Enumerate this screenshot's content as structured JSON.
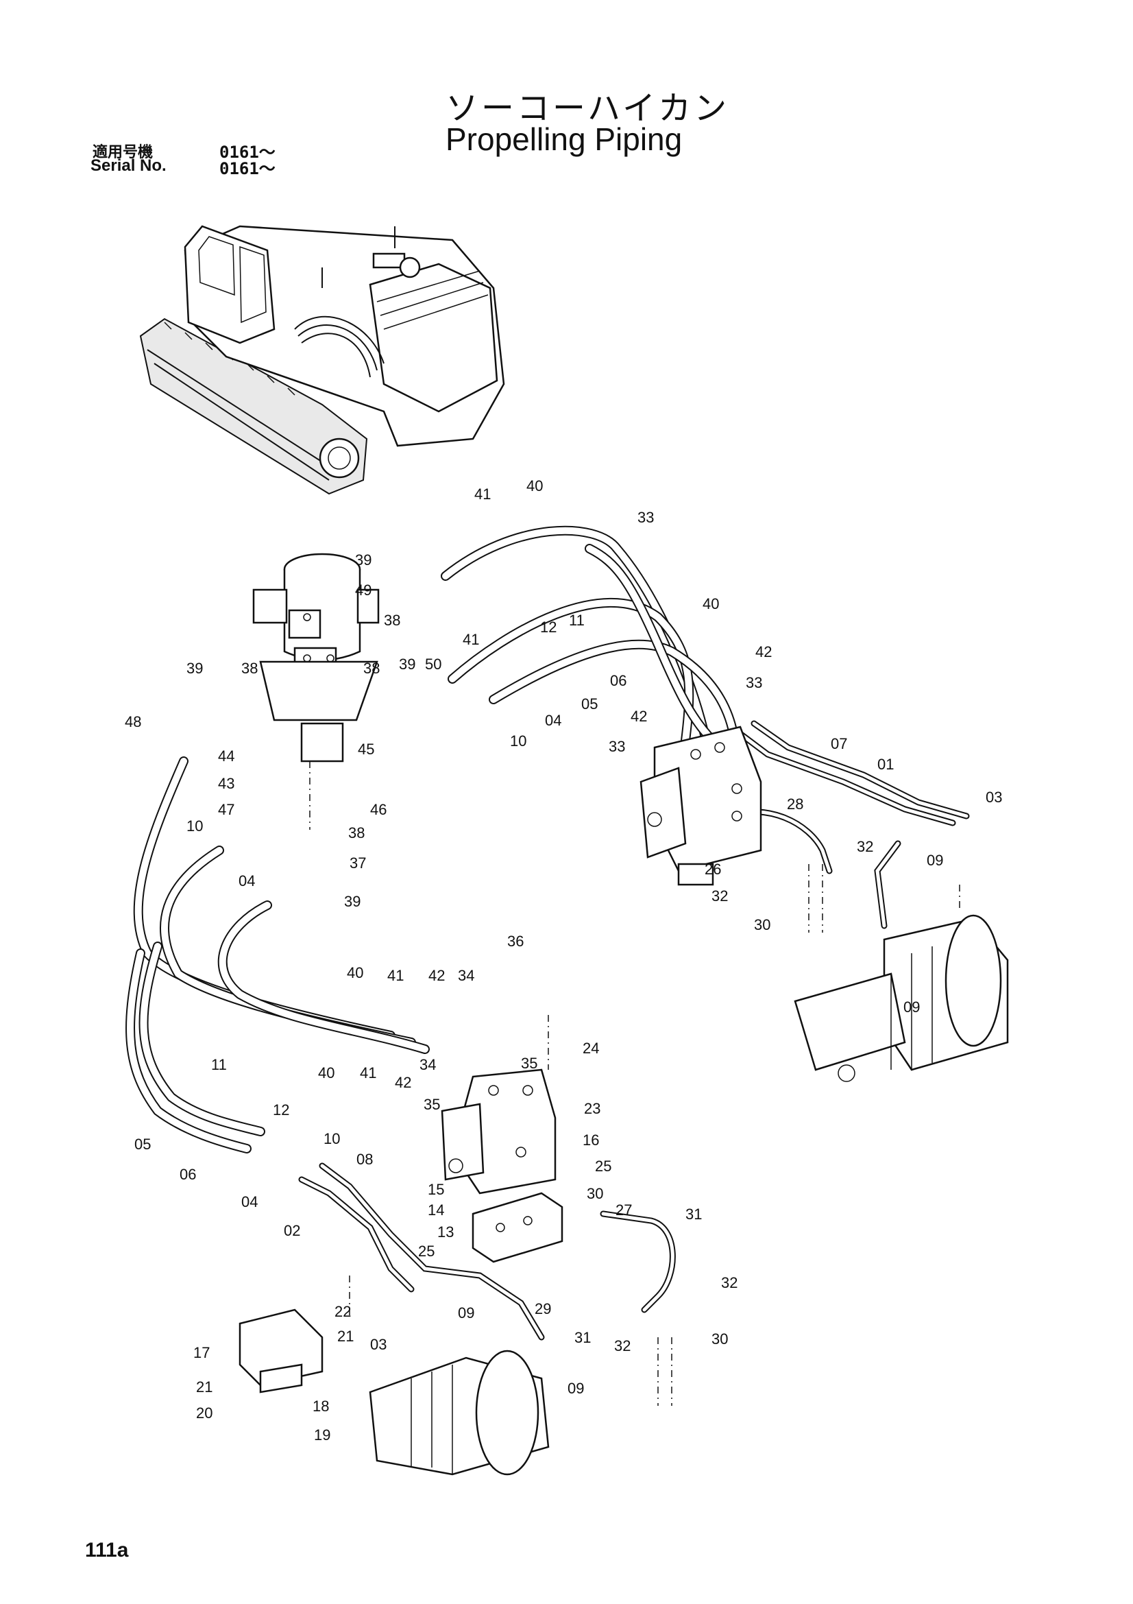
{
  "header": {
    "title_jp": "ソーコーハイカン",
    "title_en": "Propelling Piping",
    "serial_jp_label": "適用号機",
    "serial_jp_value": "0161～",
    "serial_en_label": "Serial  No.",
    "serial_en_value": "0161～"
  },
  "footer": {
    "page_number": "111a"
  },
  "part_labels": {
    "l41a": "41",
    "l40a": "40",
    "l33a": "33",
    "l39a": "39",
    "l49": "49",
    "l38a": "38",
    "l40b": "40",
    "l12a": "12",
    "l11a": "11",
    "l41b": "41",
    "l42a": "42",
    "l06a": "06",
    "l33b": "33",
    "l05a": "05",
    "l04a": "04",
    "l10a": "10",
    "l42b": "42",
    "l33c": "33",
    "l39b": "39",
    "l38b": "38",
    "l38c": "38",
    "l39c": "39",
    "l50": "50",
    "l48": "48",
    "l44": "44",
    "l45": "45",
    "l43": "43",
    "l47": "47",
    "l46": "46",
    "l38d": "38",
    "l10b": "10",
    "l37": "37",
    "l04b": "04",
    "l39d": "39",
    "l07": "07",
    "l01": "01",
    "l28": "28",
    "l03a": "03",
    "l32a": "32",
    "l09a": "09",
    "l26": "26",
    "l32b": "32",
    "l30a": "30",
    "l09b": "09",
    "l36": "36",
    "l40c": "40",
    "l41c": "41",
    "l42c": "42",
    "l34a": "34",
    "l24": "24",
    "l40d": "40",
    "l41d": "41",
    "l42d": "42",
    "l34b": "34",
    "l35a": "35",
    "l35b": "35",
    "l23": "23",
    "l11b": "11",
    "l12b": "12",
    "l05b": "05",
    "l10c": "10",
    "l06b": "06",
    "l08": "08",
    "l04c": "04",
    "l16": "16",
    "l25a": "25",
    "l02": "02",
    "l15": "15",
    "l14": "14",
    "l13": "13",
    "l30b": "30",
    "l27": "27",
    "l31a": "31",
    "l25b": "25",
    "l32c": "32",
    "l29": "29",
    "l22": "22",
    "l09c": "09",
    "l21a": "21",
    "l03b": "03",
    "l31b": "31",
    "l32d": "32",
    "l30c": "30",
    "l17": "17",
    "l21b": "21",
    "l18": "18",
    "l09d": "09",
    "l20": "20",
    "l19": "19"
  }
}
